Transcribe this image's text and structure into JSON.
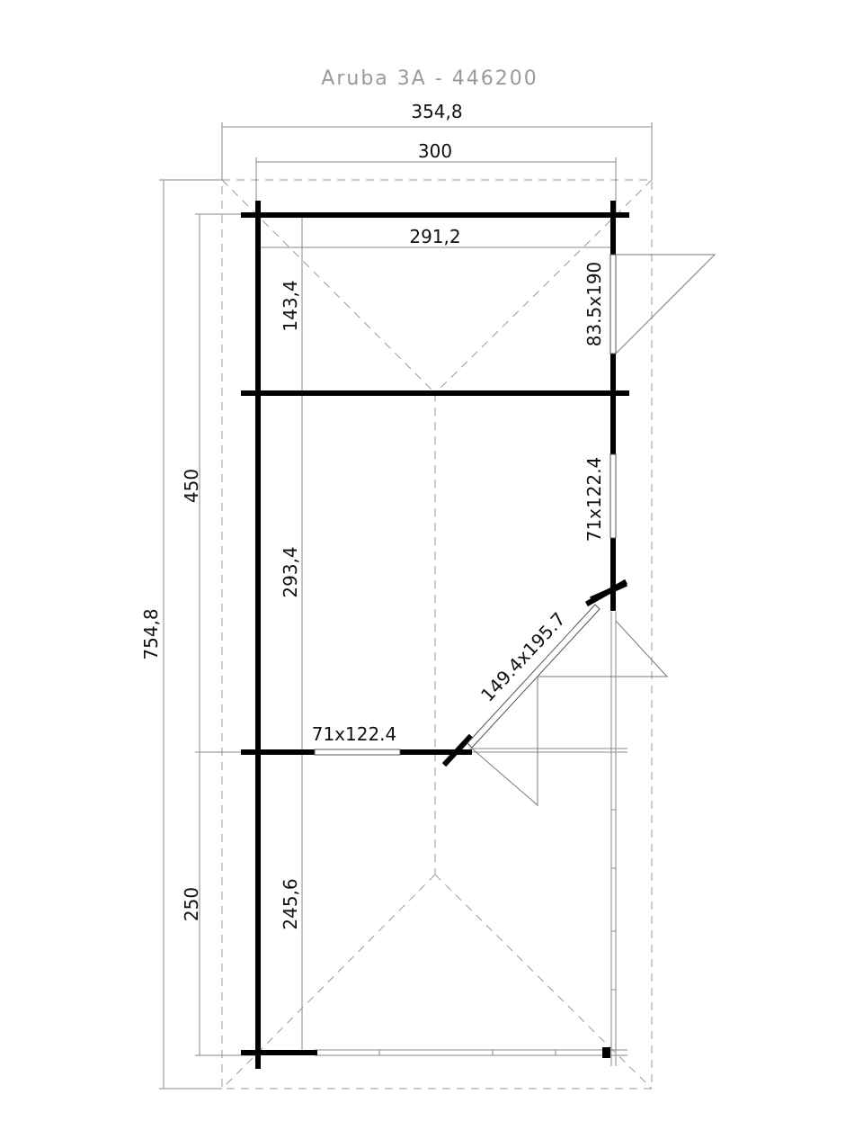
{
  "title": "Aruba 3A - 446200",
  "dimensions": {
    "total_width": "354,8",
    "wall_width": "300",
    "inner_width": "291,2",
    "total_depth": "754,8",
    "cabin_depth": "450",
    "terrace_depth": "250",
    "room_front_depth": "143,4",
    "room_main_depth": "293,4",
    "terrace_inner_depth": "245,6"
  },
  "openings": {
    "door_side": "83.5x190",
    "window_side": "71x122.4",
    "window_front": "71x122.4",
    "door_corner": "149.4x195.7"
  }
}
